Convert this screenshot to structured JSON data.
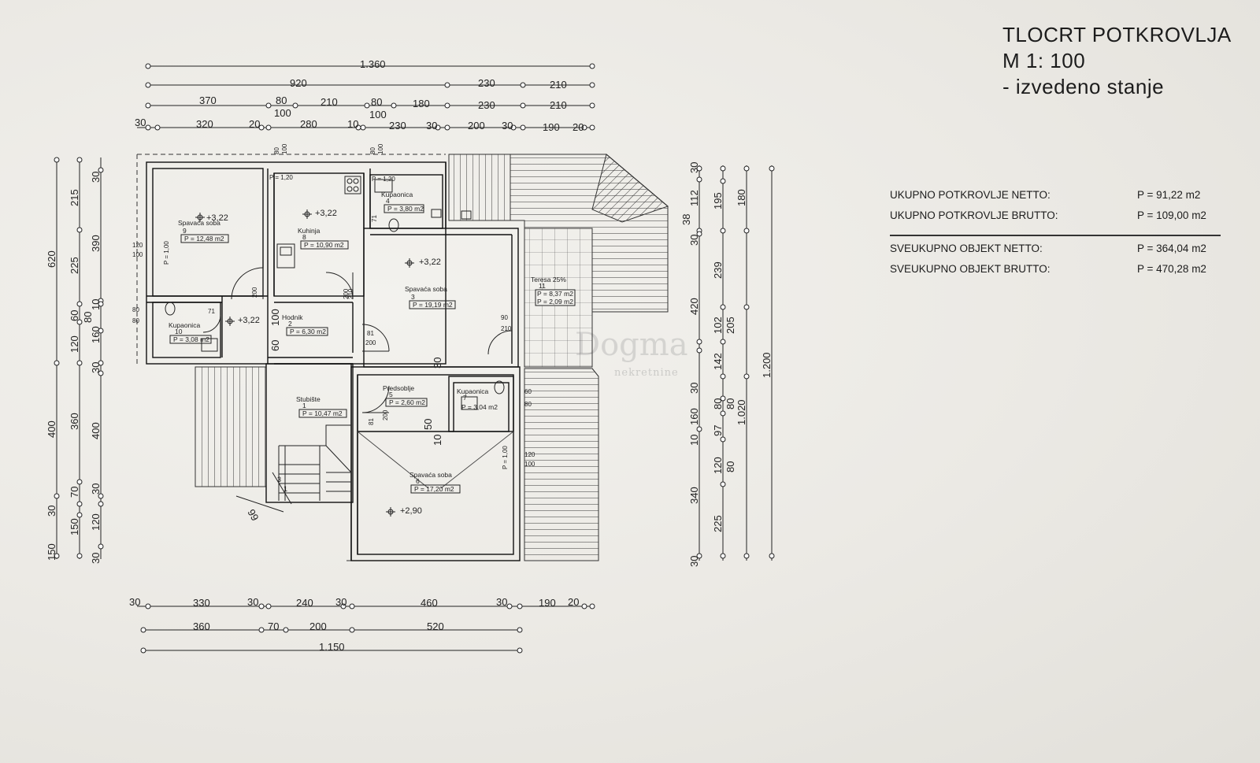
{
  "title": {
    "line1": "TLOCRT  POTKROVLJA",
    "line2": "M 1: 100",
    "line3": "- izvedeno stanje"
  },
  "areas": [
    {
      "label": "UKUPNO POTKROVLJE NETTO:",
      "value": "P =  91,22 m2"
    },
    {
      "label": "UKUPNO POTKROVLJE BRUTTO:",
      "value": "P = 109,00 m2"
    },
    {
      "label": "SVEUKUPNO OBJEKT NETTO:",
      "value": "P = 364,04 m2"
    },
    {
      "label": "SVEUKUPNO OBJEKT BRUTTO:",
      "value": "P = 470,28 m2"
    }
  ],
  "watermark": {
    "brand": "Dogma",
    "sub": "nekretnine"
  },
  "dims_top": {
    "row1": [
      "1.360"
    ],
    "row2": [
      "920",
      "230",
      "210"
    ],
    "row3": [
      "370",
      "80",
      "100",
      "210",
      "80",
      "100",
      "180",
      "230",
      "210"
    ],
    "row4": [
      "30",
      "320",
      "20",
      "280",
      "10",
      "230",
      "30",
      "200",
      "30",
      "190",
      "20"
    ]
  },
  "dims_bottom": {
    "row1": [
      "30",
      "330",
      "30",
      "240",
      "30",
      "460",
      "30",
      "190",
      "20"
    ],
    "row2": [
      "360",
      "70",
      "200",
      "520"
    ],
    "row3": [
      "1.150"
    ]
  },
  "dims_left": {
    "outer": [
      "620",
      "400",
      "150"
    ],
    "mid": [
      "215",
      "225",
      "60",
      "120",
      "360",
      "70",
      "30",
      "150"
    ],
    "inner": [
      "30",
      "390",
      "10",
      "80",
      "160",
      "30",
      "400",
      "30",
      "120",
      "30"
    ]
  },
  "dims_right": {
    "col1": [
      "30",
      "38",
      "30",
      "420",
      "30",
      "10",
      "340",
      "30"
    ],
    "col2": [
      "112",
      "239",
      "102",
      "142",
      "80",
      "160",
      "97",
      "120",
      "225"
    ],
    "col3": [
      "195",
      "205",
      "80",
      "80"
    ],
    "col4": [
      "180",
      "1.020"
    ],
    "col5": [
      "1.200"
    ]
  },
  "rooms": [
    {
      "name": "Spavaća soba",
      "num": "9",
      "area": "P = 12,48 m2",
      "level": "+3,22"
    },
    {
      "name": "Kuhinja",
      "num": "8",
      "area": "P = 10,90 m2",
      "level": "+3,22"
    },
    {
      "name": "Kupaonica",
      "num": "4",
      "area": "P = 3,80 m2",
      "level": ""
    },
    {
      "name": "Spavaća soba",
      "num": "3",
      "area": "P = 19,19 m2",
      "level": "+3,22"
    },
    {
      "name": "Teresa 25%",
      "num": "11",
      "area": "P = 8,37 m2",
      "area2": "P = 2,09 m2",
      "level": ""
    },
    {
      "name": "Hodnik",
      "num": "2",
      "area": "P = 6,30 m2",
      "level": "+3,22"
    },
    {
      "name": "Kupaonica",
      "num": "10",
      "area": "P = 3,08 m2",
      "level": ""
    },
    {
      "name": "Stubište",
      "num": "1",
      "area": "P = 10,47 m2",
      "level": ""
    },
    {
      "name": "Predsoblje",
      "num": "5",
      "area": "P = 2,60 m2",
      "level": ""
    },
    {
      "name": "Kupaonica",
      "num": "7",
      "area": "P = 3,04 m2",
      "level": ""
    },
    {
      "name": "Spavaća soba",
      "num": "6",
      "area": "P = 17,20 m2",
      "level": "+2,90"
    }
  ],
  "plan_labels": {
    "p120a": "P = 1,20",
    "p120b": "P = 1,20",
    "p100a": "P = 1,00",
    "p100b": "P = 1,00",
    "d200a": "200",
    "d200b": "200",
    "d200c": "200",
    "d200d": "200",
    "d210a": "210",
    "d210b": "210",
    "d81a": "81",
    "d81b": "81",
    "d71a": "71",
    "d71b": "71",
    "d90": "90",
    "d100a": "100",
    "d100b": "100",
    "d80a": "80",
    "d80b": "80",
    "d80c": "80",
    "d80d": "80",
    "d100c": "100",
    "d100d": "100",
    "d120a": "120",
    "d120b": "100",
    "d60": "60",
    "d30a": "30",
    "d50": "50",
    "d10": "10",
    "d60b": "60",
    "d99": "99",
    "d3": "3",
    "d1": "1",
    "d120c": "120",
    "d80e": "80"
  }
}
